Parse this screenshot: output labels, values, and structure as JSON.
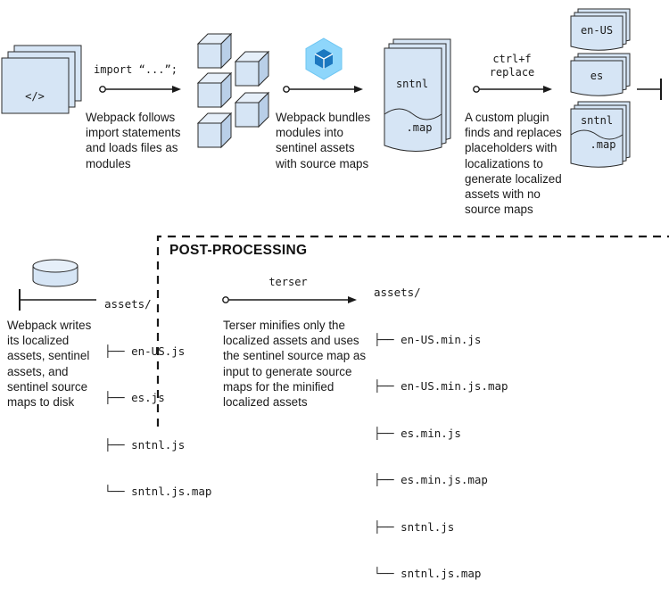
{
  "steps": {
    "import": {
      "label": "import “...”;",
      "description": "Webpack follows\nimport statements\nand loads files as\nmodules",
      "file_icon_text": "</>"
    },
    "bundle": {
      "description": "Webpack bundles\nmodules into\nsentinel assets\nwith source maps",
      "asset_name": "sntnl",
      "map_name": ".map"
    },
    "replace": {
      "label_line1": "ctrl+f",
      "label_line2": "replace",
      "description": "A custom plugin\nfinds and replaces\nplaceholders with\nlocalizations to\ngenerate localized\nassets with no\nsource maps",
      "locales": [
        "en-US",
        "es"
      ],
      "sentinel_name": "sntnl",
      "sentinel_map": ".map"
    },
    "write": {
      "description": "Webpack writes\nits localized\nassets, sentinel\nassets, and\nsentinel source\nmaps to disk",
      "listing_root": "assets/",
      "listing": [
        "en-US.js",
        "es.js",
        "sntnl.js",
        "sntnl.js.map"
      ]
    }
  },
  "post_processing": {
    "title": "POST-PROCESSING",
    "tool_label": "terser",
    "description": "Terser minifies only the\nlocalized assets and uses\nthe sentinel source map as\ninput to generate source\nmaps for the minified\nlocalized assets",
    "listing_root": "assets/",
    "listing": [
      "en-US.min.js",
      "en-US.min.js.map",
      "es.min.js",
      "es.min.js.map",
      "sntnl.js",
      "sntnl.js.map"
    ]
  },
  "colors": {
    "fill": "#d6e5f5",
    "stroke": "#2b2b2b",
    "logo_outer": "#8ed6fb",
    "logo_inner": "#1c78c0"
  }
}
